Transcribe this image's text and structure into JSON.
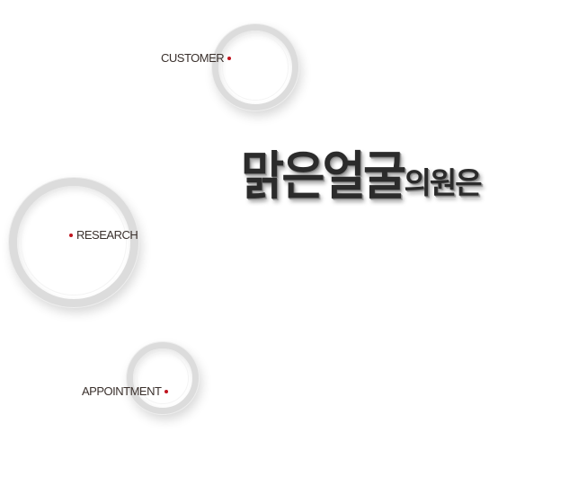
{
  "menu": {
    "customer": {
      "label": "CUSTOMER"
    },
    "research": {
      "label": "RESEARCH"
    },
    "appointment": {
      "label": "APPOINTMENT"
    }
  },
  "headline": {
    "main": "맑은얼굴",
    "sub": "의원은"
  },
  "colors": {
    "dot": "#c0141e",
    "text": "#3a302c",
    "ring": "#dcdcdc"
  }
}
